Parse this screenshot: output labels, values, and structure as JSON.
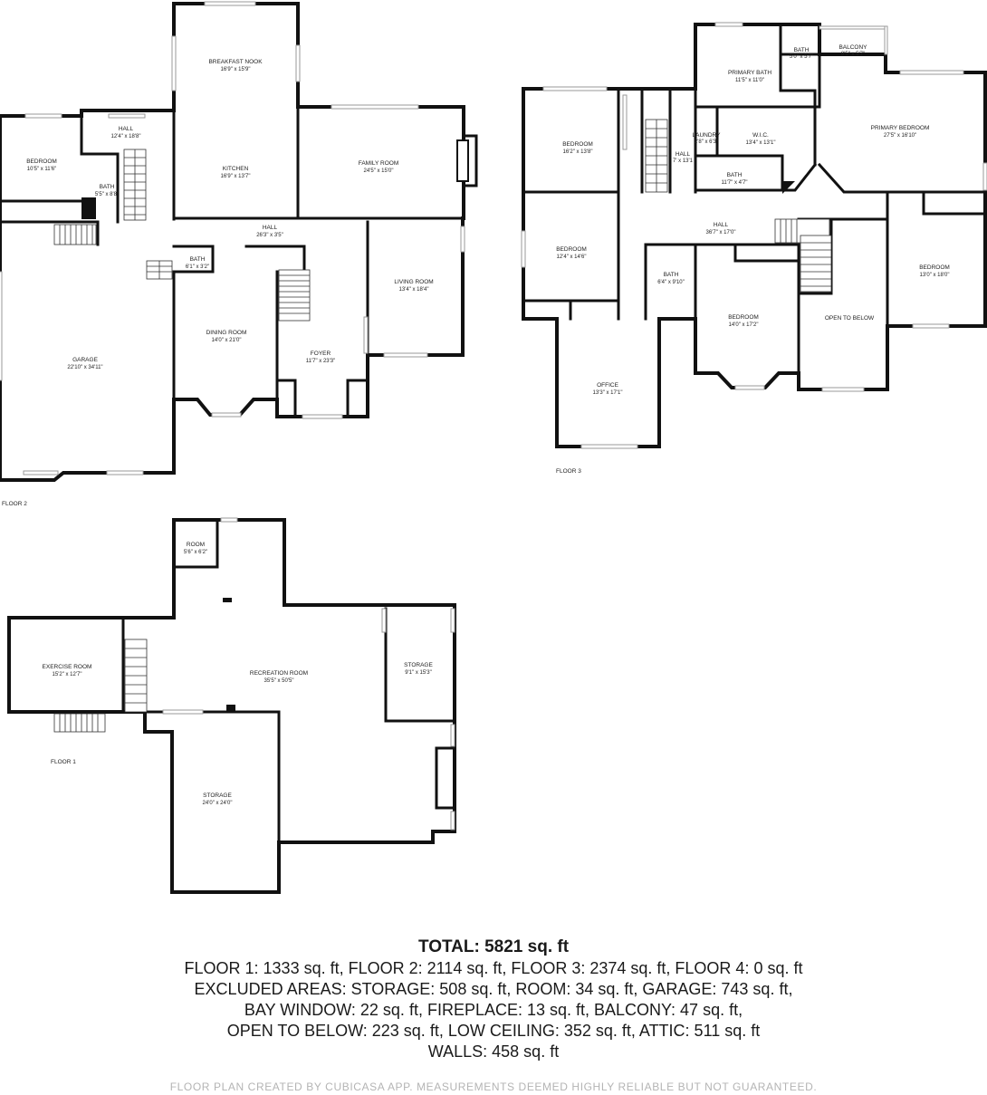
{
  "floors": {
    "floor2": {
      "label": "FLOOR 2",
      "rooms": [
        {
          "id": "bedroom",
          "name": "BEDROOM",
          "dim": "10'5\" x 11'6\""
        },
        {
          "id": "hall-a",
          "name": "HALL",
          "dim": "12'4\" x 18'8\""
        },
        {
          "id": "bath-a",
          "name": "BATH",
          "dim": "5'5\" x 8'8\""
        },
        {
          "id": "breakfast-nook",
          "name": "BREAKFAST NOOK",
          "dim": "16'9\" x 15'9\""
        },
        {
          "id": "kitchen",
          "name": "KITCHEN",
          "dim": "16'9\" x 13'7\""
        },
        {
          "id": "family-room",
          "name": "FAMILY ROOM",
          "dim": "24'5\" x 15'0\""
        },
        {
          "id": "hall-b",
          "name": "HALL",
          "dim": "26'3\" x 3'5\""
        },
        {
          "id": "bath-b",
          "name": "BATH",
          "dim": "6'1\" x 3'2\""
        },
        {
          "id": "living-room",
          "name": "LIVING ROOM",
          "dim": "13'4\" x 18'4\""
        },
        {
          "id": "dining-room",
          "name": "DINING ROOM",
          "dim": "14'0\" x 21'0\""
        },
        {
          "id": "foyer",
          "name": "FOYER",
          "dim": "11'7\" x 23'3\""
        },
        {
          "id": "garage",
          "name": "GARAGE",
          "dim": "22'10\" x 34'11\""
        }
      ]
    },
    "floor3": {
      "label": "FLOOR 3",
      "rooms": [
        {
          "id": "bedroom-a",
          "name": "BEDROOM",
          "dim": "16'2\" x 13'8\""
        },
        {
          "id": "primary-bath",
          "name": "PRIMARY BATH",
          "dim": "11'5\" x 11'0\""
        },
        {
          "id": "bath-top",
          "name": "BATH",
          "dim": "5'0\" x 5'7\""
        },
        {
          "id": "balcony",
          "name": "BALCONY",
          "dim": "8'5\" x 5'7\""
        },
        {
          "id": "laundry",
          "name": "LAUNDRY",
          "dim": "2'8\" x 6'3\""
        },
        {
          "id": "wic",
          "name": "W.I.C.",
          "dim": "13'4\" x 13'1\""
        },
        {
          "id": "primary-bedroom",
          "name": "PRIMARY BEDROOM",
          "dim": "27'5\" x 16'10\""
        },
        {
          "id": "hall-small",
          "name": "HALL",
          "dim": "7' x 13'1"
        },
        {
          "id": "bath-mid",
          "name": "BATH",
          "dim": "11'7\" x 4'7\""
        },
        {
          "id": "hall-main",
          "name": "HALL",
          "dim": "36'7\" x 17'0\""
        },
        {
          "id": "bedroom-b",
          "name": "BEDROOM",
          "dim": "12'4\" x 14'6\""
        },
        {
          "id": "bath-low",
          "name": "BATH",
          "dim": "6'4\" x 9'10\""
        },
        {
          "id": "bedroom-c",
          "name": "BEDROOM",
          "dim": "14'0\" x 17'2\""
        },
        {
          "id": "open-to-below",
          "name": "OPEN TO BELOW",
          "dim": ""
        },
        {
          "id": "bedroom-d",
          "name": "BEDROOM",
          "dim": "13'0\" x 18'0\""
        },
        {
          "id": "office",
          "name": "OFFICE",
          "dim": "13'3\" x 17'1\""
        }
      ]
    },
    "floor1": {
      "label": "FLOOR 1",
      "rooms": [
        {
          "id": "room",
          "name": "ROOM",
          "dim": "5'6\" x 6'2\""
        },
        {
          "id": "exercise-room",
          "name": "EXERCISE ROOM",
          "dim": "15'2\" x 12'7\""
        },
        {
          "id": "recreation-room",
          "name": "RECREATION ROOM",
          "dim": "35'5\" x 50'5\""
        },
        {
          "id": "storage-a",
          "name": "STORAGE",
          "dim": "9'1\" x 15'3\""
        },
        {
          "id": "storage-b",
          "name": "STORAGE",
          "dim": "24'0\" x 24'0\""
        }
      ]
    }
  },
  "summary": {
    "total": "TOTAL: 5821 sq. ft",
    "line1": "FLOOR 1: 1333 sq. ft, FLOOR 2: 2114 sq. ft, FLOOR 3: 2374 sq. ft, FLOOR 4: 0 sq. ft",
    "line2": "EXCLUDED AREAS: STORAGE: 508 sq. ft, ROOM: 34 sq. ft, GARAGE: 743 sq. ft,",
    "line3": "BAY WINDOW: 22 sq. ft, FIREPLACE: 13 sq. ft, BALCONY: 47 sq. ft,",
    "line4": "OPEN TO BELOW: 223 sq. ft, LOW CEILING: 352 sq. ft, ATTIC: 511 sq. ft",
    "line5": "WALLS: 458 sq. ft"
  },
  "footer": "FLOOR PLAN CREATED BY CUBICASA APP. MEASUREMENTS DEEMED HIGHLY RELIABLE BUT NOT GUARANTEED."
}
